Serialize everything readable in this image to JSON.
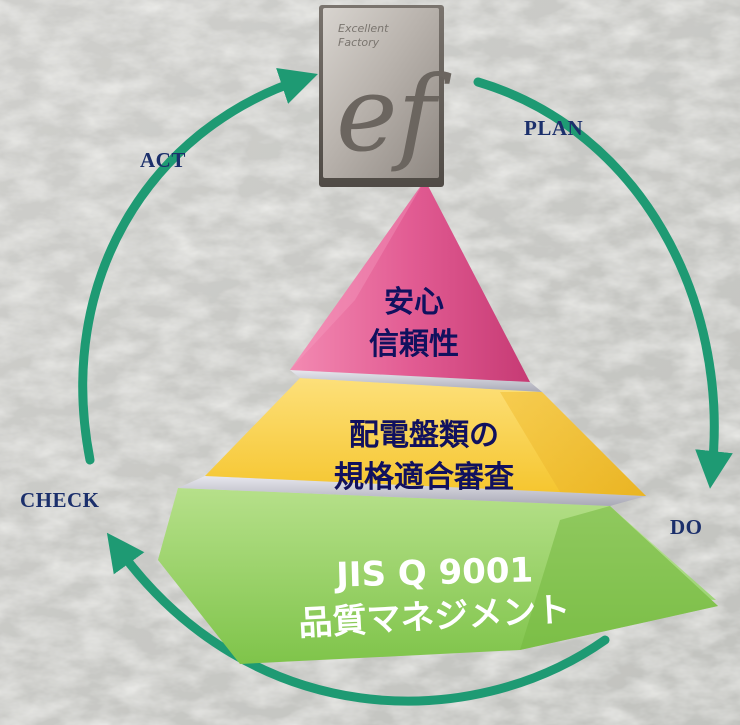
{
  "logo": {
    "line1": "Excellent",
    "line2": "Factory",
    "mark": "ef"
  },
  "cycle": {
    "plan": "PLAN",
    "do": "DO",
    "check": "CHECK",
    "act": "ACT"
  },
  "pyramid": {
    "top": {
      "line1": "安心",
      "line2": "信頼性",
      "color": "#d94a86"
    },
    "middle": {
      "line1": "配電盤類の",
      "line2": "規格適合審査",
      "color": "#f7cf3b"
    },
    "bottom": {
      "line1": "JIS Q 9001",
      "line2": "品質マネジメント",
      "color": "#8ccf4e"
    }
  },
  "colors": {
    "arrow": "#1e9a73",
    "label": "#1b2f6b",
    "text_on_pyramid": "#11115e"
  }
}
